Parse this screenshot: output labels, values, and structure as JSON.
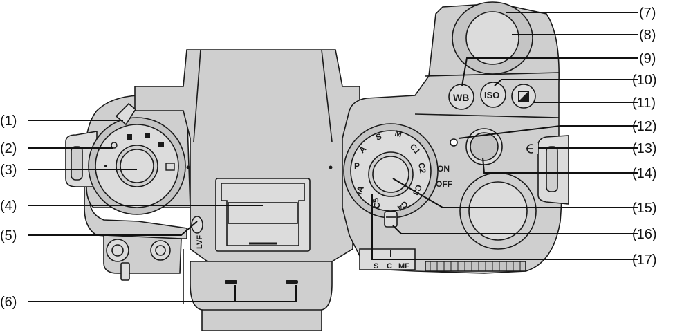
{
  "callouts": {
    "c1": "(1)",
    "c2": "(2)",
    "c3": "(3)",
    "c4": "(4)",
    "c5": "(5)",
    "c6": "(6)",
    "c7": "(7)",
    "c8": "(8)",
    "c9": "(9)",
    "c10": "(10)",
    "c11": "(11)",
    "c12": "(12)",
    "c13": "(13)",
    "c14": "(14)",
    "c15": "(15)",
    "c16": "(16)",
    "c17": "(17)"
  },
  "mode_dial": {
    "p": "P",
    "a": "A",
    "s": "S",
    "m": "M",
    "c1": "C1",
    "c2": "C2",
    "c3": "C3",
    "c4": "C4",
    "c5": "C5",
    "ia": "iA"
  },
  "power_switch": {
    "on": "ON",
    "off": "OFF"
  },
  "buttons": {
    "wb": "WB",
    "iso": "ISO"
  },
  "focus_mode": {
    "s": "S",
    "c": "C",
    "mf": "MF"
  },
  "lvf_label": "LVF"
}
